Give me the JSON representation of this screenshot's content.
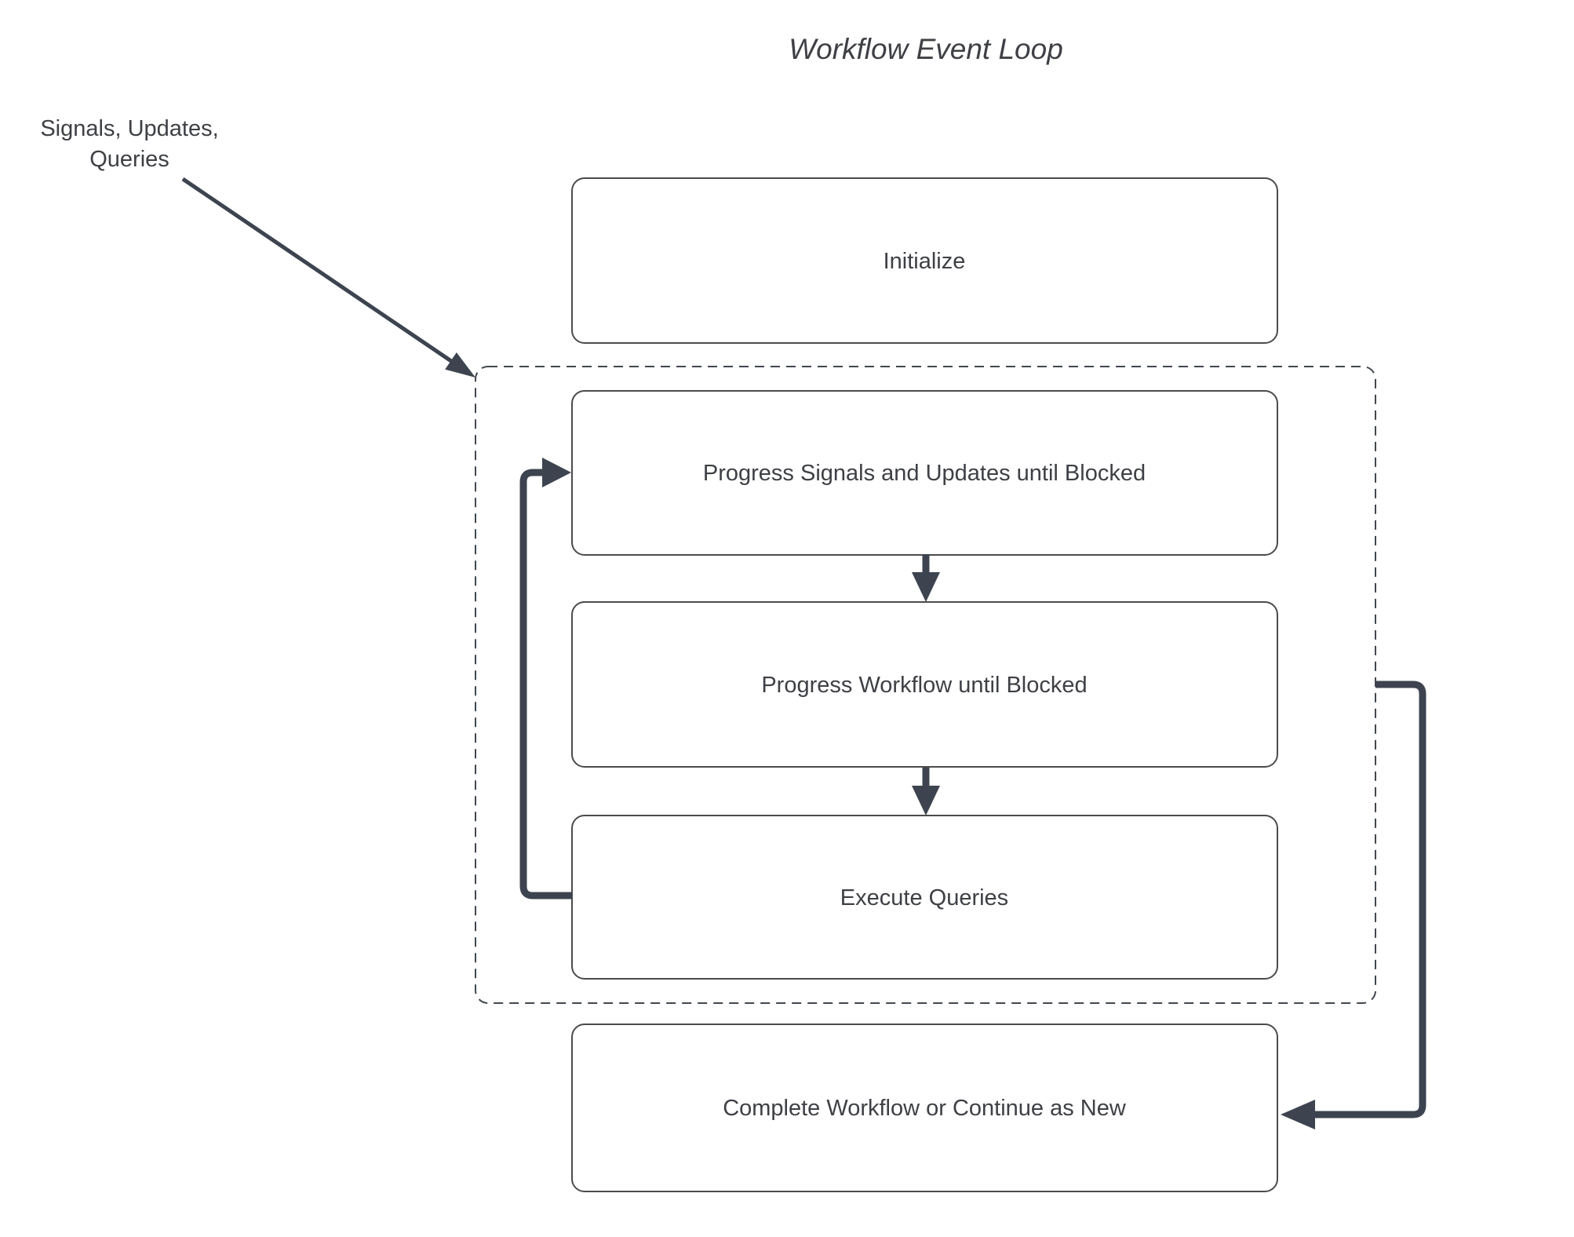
{
  "title": "Workflow Event Loop",
  "annotation": {
    "line1": "Signals, Updates,",
    "line2": "Queries"
  },
  "nodes": [
    {
      "id": "initialize",
      "label": "Initialize"
    },
    {
      "id": "progress-signals",
      "label": "Progress Signals and Updates until Blocked"
    },
    {
      "id": "progress-workflow",
      "label": "Progress Workflow until Blocked"
    },
    {
      "id": "execute-queries",
      "label": "Execute Queries"
    },
    {
      "id": "complete-workflow",
      "label": "Complete Workflow or Continue as New"
    }
  ],
  "edges": [
    {
      "from": "signals-updates-queries-annotation",
      "to": "event-loop-group",
      "style": "thin-diagonal-arrow"
    },
    {
      "from": "progress-signals",
      "to": "progress-workflow",
      "style": "down-arrow"
    },
    {
      "from": "progress-workflow",
      "to": "execute-queries",
      "style": "down-arrow"
    },
    {
      "from": "execute-queries",
      "to": "progress-signals",
      "style": "loop-back-left"
    },
    {
      "from": "event-loop-group",
      "to": "complete-workflow",
      "style": "elbow-right"
    }
  ],
  "colors": {
    "background": "#ffffff",
    "connector": "#3d4450",
    "box_border": "#4b4b4b",
    "dashed_border": "#42474f",
    "text": "#3e4045"
  }
}
